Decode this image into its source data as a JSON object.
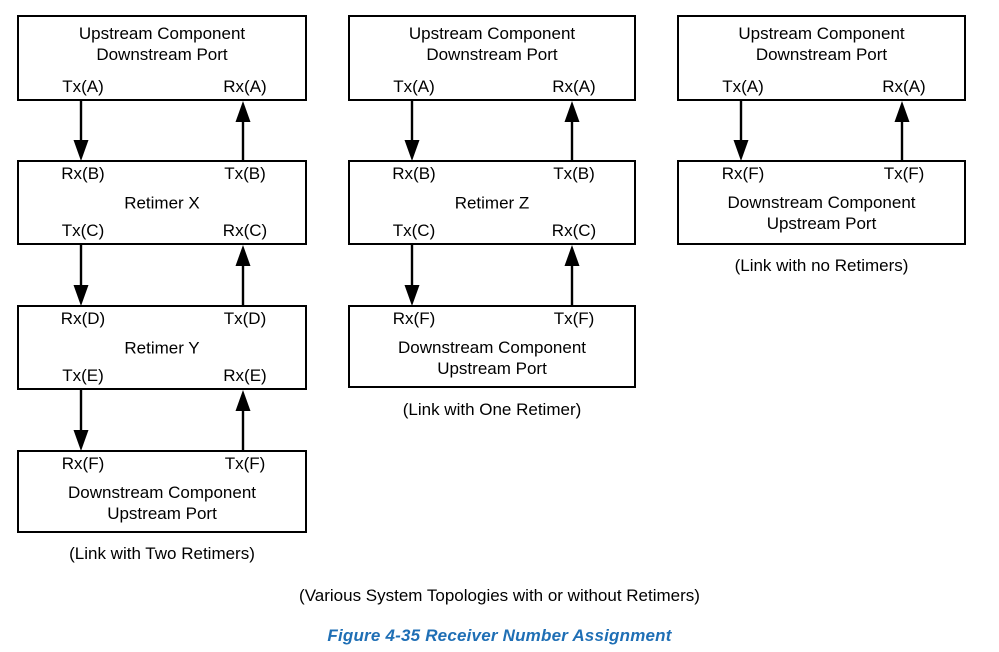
{
  "figure": {
    "caption": "Figure  4-35  Receiver Number Assignment",
    "caption_color": "#1F6FB5",
    "overall_caption": "(Various System Topologies with or without Retimers)"
  },
  "colors": {
    "box_border": "#000000",
    "box_fill": "#ffffff",
    "arrow": "#000000",
    "text": "#000000",
    "figure_caption": "#1F6FB5",
    "background": "#ffffff"
  },
  "topologies": [
    {
      "id": "two-retimers",
      "caption": "(Link with Two Retimers)",
      "boxes": [
        {
          "id": "upstream-component-1",
          "title": "Upstream Component\nDownstream Port",
          "ports": {
            "bottom_left": "Tx(A)",
            "bottom_right": "Rx(A)"
          }
        },
        {
          "id": "retimer-x",
          "title": "Retimer X",
          "ports": {
            "top_left": "Rx(B)",
            "top_right": "Tx(B)",
            "bottom_left": "Tx(C)",
            "bottom_right": "Rx(C)"
          }
        },
        {
          "id": "retimer-y",
          "title": "Retimer Y",
          "ports": {
            "top_left": "Rx(D)",
            "top_right": "Tx(D)",
            "bottom_left": "Tx(E)",
            "bottom_right": "Rx(E)"
          }
        },
        {
          "id": "downstream-component-1",
          "title": "Downstream Component\nUpstream Port",
          "ports": {
            "top_left": "Rx(F)",
            "top_right": "Tx(F)"
          }
        }
      ]
    },
    {
      "id": "one-retimer",
      "caption": "(Link with One Retimer)",
      "boxes": [
        {
          "id": "upstream-component-2",
          "title": "Upstream Component\nDownstream Port",
          "ports": {
            "bottom_left": "Tx(A)",
            "bottom_right": "Rx(A)"
          }
        },
        {
          "id": "retimer-z",
          "title": "Retimer Z",
          "ports": {
            "top_left": "Rx(B)",
            "top_right": "Tx(B)",
            "bottom_left": "Tx(C)",
            "bottom_right": "Rx(C)"
          }
        },
        {
          "id": "downstream-component-2",
          "title": "Downstream Component\nUpstream Port",
          "ports": {
            "top_left": "Rx(F)",
            "top_right": "Tx(F)"
          }
        }
      ]
    },
    {
      "id": "no-retimers",
      "caption": "(Link with no Retimers)",
      "boxes": [
        {
          "id": "upstream-component-3",
          "title": "Upstream Component\nDownstream Port",
          "ports": {
            "bottom_left": "Tx(A)",
            "bottom_right": "Rx(A)"
          }
        },
        {
          "id": "downstream-component-3",
          "title": "Downstream Component\nUpstream Port",
          "ports": {
            "top_left": "Rx(F)",
            "top_right": "Tx(F)"
          }
        }
      ]
    }
  ]
}
